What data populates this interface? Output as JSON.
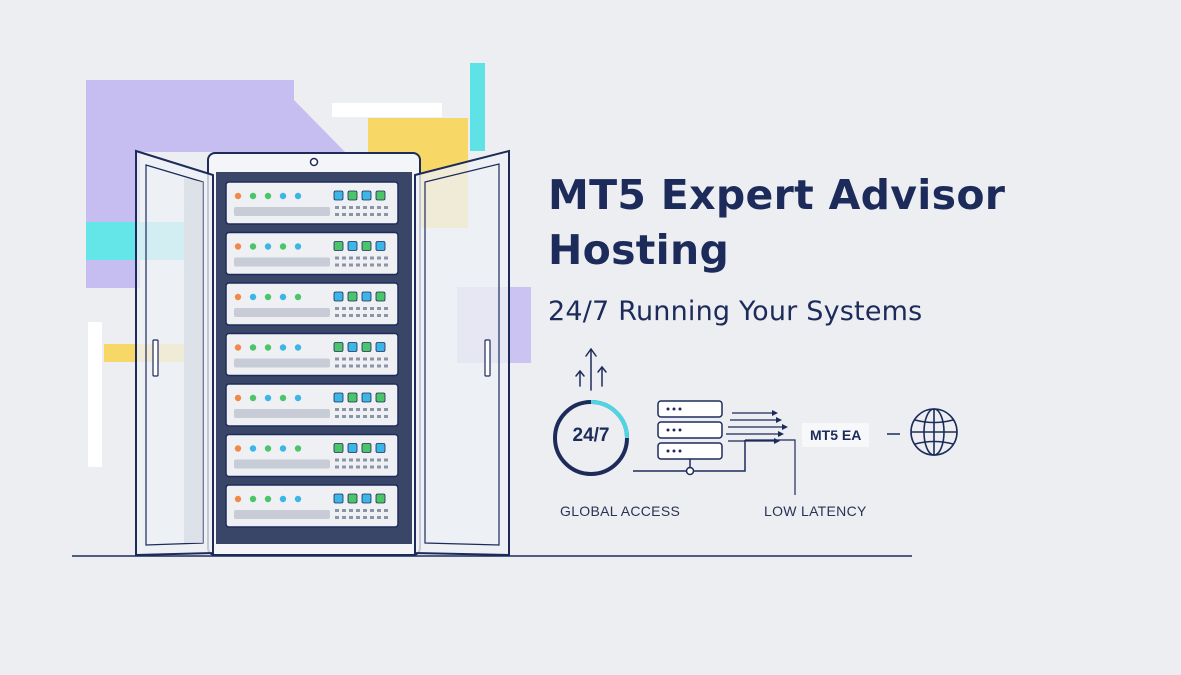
{
  "hero": {
    "title": "MT5 Expert Advisor Hosting",
    "subtitle": "24/7 Running Your Systems"
  },
  "diagram": {
    "clock_label": "24/7",
    "global_access_label": "GLOBAL ACCESS",
    "low_latency_label": "LOW LATENCY",
    "ea_label": "MT5 EA",
    "uptime_arc_color": "#4fd6e4"
  },
  "colors": {
    "navy": "#1d2b5a",
    "lavender": "#c3b9ef",
    "cyan": "#5ee6e6",
    "yellow": "#f7d563",
    "led_green": "#4cc46a",
    "led_orange": "#f08a4b",
    "led_blue": "#3cb6e6"
  },
  "icons": [
    "server-rack-icon",
    "clock-24-7-icon",
    "server-stack-icon",
    "globe-icon",
    "upload-arrows-icon"
  ]
}
